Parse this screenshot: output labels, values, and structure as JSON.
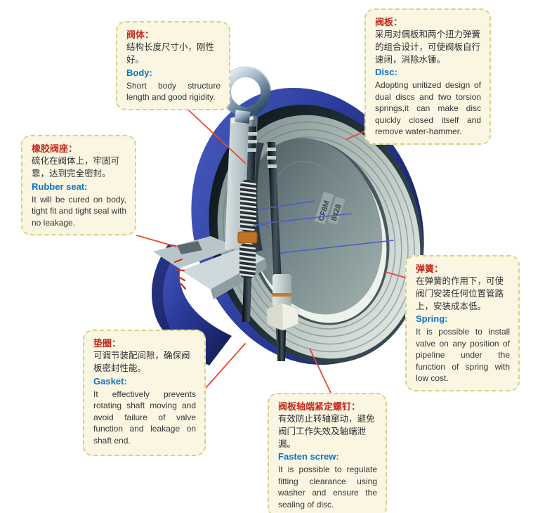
{
  "colors": {
    "callout_bg": "#faf6e1",
    "callout_border": "#d5d28a",
    "zh_title_color": "#c5281c",
    "en_title_color": "#0d74c8",
    "leader_line_color": "#e64a2e",
    "body_blue": "#2b3c9c",
    "metal_silver": "#c9d3cf"
  },
  "callouts": [
    {
      "id": "body",
      "title_zh": "阀体：",
      "desc_zh": "结构长度尺寸小，刚性好。",
      "title_en": "Body:",
      "desc_en": "Short body structure length and good rigidity."
    },
    {
      "id": "disc",
      "title_zh": "阀板：",
      "desc_zh": "采用对偶板和两个扭力弹簧的组合设计，可使阀板自行速闭，消除水锤。",
      "title_en": "Disc:",
      "desc_en": "Adopting unitized design of dual discs and two torsion springs,it can make disc quickly closed itself and remove water-hammer."
    },
    {
      "id": "rubber-seat",
      "title_zh": "橡胶阀座：",
      "desc_zh": "硫化在阀体上，牢固可靠，达到完全密封。",
      "title_en": "Rubber seat:",
      "desc_en": "It will be cured on body, tight fit and tight seal with no leakage."
    },
    {
      "id": "spring",
      "title_zh": "弹簧：",
      "desc_zh": "在弹簧的作用下，可使阀门安装任何位置管路上，安装成本低。",
      "title_en": "Spring:",
      "desc_en": "It is possible to install valve on any position of pipeline under the function of spring with low cost."
    },
    {
      "id": "gasket",
      "title_zh": "垫圈：",
      "desc_zh": "可调节装配间隙，确保阀板密封性能。",
      "title_en": "Gasket:",
      "desc_en": "It effectively prevents rotating shaft moving and avoid failure of valve function and leakage on shaft end."
    },
    {
      "id": "fasten-screw",
      "title_zh": "阀板轴端紧定螺钉：",
      "desc_zh": "有效防止转轴窜动，避免阀门工作失效及轴端泄漏。",
      "title_en": "Fasten screw:",
      "desc_en": "It is possible to regulate fitting clearance using washer and ensure the sealing of disc."
    }
  ],
  "valve": {
    "markings": {
      "stamp1": "CF8M",
      "stamp2": "8428"
    }
  }
}
